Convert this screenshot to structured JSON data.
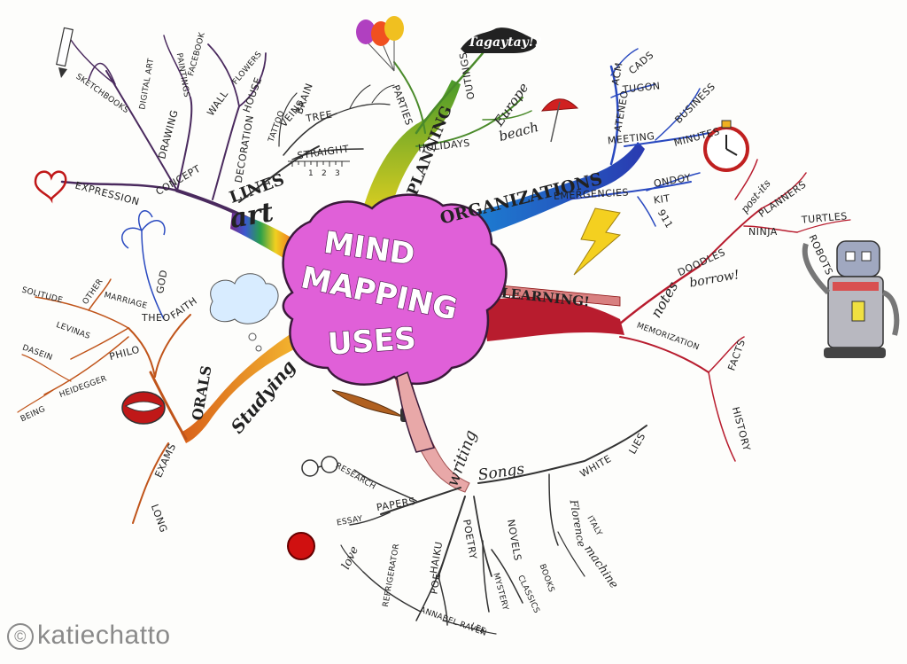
{
  "title": {
    "line1": "MIND",
    "line2": "MAPPING",
    "line3": "USES"
  },
  "branches": {
    "art": {
      "label": "art",
      "lines": "LINES",
      "straight": "STRAIGHT",
      "tree": "TREE",
      "veins": "VEINS",
      "brain": "BRAIN",
      "tattoo": "TATTOO",
      "wall": "WALL",
      "house": "HOUSE",
      "decoration": "DECORATION",
      "concept": "CONCEPT",
      "expression": "EXPRESSION",
      "drawing": "DRAWING",
      "sketchbooks": "SKETCHBOOKS",
      "digital_art": "DIGITAL ART",
      "facebook": "FACEBOOK",
      "paintings": "PAINTINGS",
      "flowers": "FLOWERS",
      "ruler_ticks": [
        "1",
        "2",
        "3"
      ]
    },
    "planning": {
      "label": "PLANNING",
      "parties": "PARTIES",
      "outings": "OUTINGS",
      "tagaytay": "Tagaytay!?",
      "holidays": "HOLIDAYS",
      "europe": "Europe",
      "beach": "beach"
    },
    "organizations": {
      "label": "ORGANIZATIONS",
      "ateneo": "ATENEO",
      "acm": "ACM",
      "cads": "CADS",
      "tugon": "TUGON",
      "meeting": "MEETING",
      "minutes": "MINUTES",
      "business": "BUSINESS",
      "emergencies": "EMERGENCIES",
      "ondoy": "ONDOY",
      "kit": "KIT",
      "n911": "911"
    },
    "learning": {
      "label": "LEARNING!",
      "notes": "notes",
      "doodles": "DOODLES",
      "post_its": "post-its",
      "planners": "PLANNERS",
      "ninja": "NINJA",
      "turtles": "TURTLES",
      "robots": "ROBOTS",
      "borrow": "borrow!",
      "memorization": "MEMORIZATION",
      "facts": "FACTS",
      "history": "HISTORY"
    },
    "studying": {
      "label": "Studying",
      "orals": "ORALS",
      "theo": "THEO",
      "god": "GOD",
      "faith": "FAITH",
      "marriage": "MARRIAGE",
      "philo": "PHILO",
      "other": "OTHER",
      "solitude": "SOLITUDE",
      "levinas": "LEVINAS",
      "heidegger": "HEIDEGGER",
      "dasein": "DASEIN",
      "being": "BEING",
      "exams": "EXAMS",
      "long": "LONG"
    },
    "writing": {
      "label": "writing",
      "research": "RESEARCH",
      "papers": "PAPERS",
      "essay": "ESSAY",
      "poetry": "POETRY",
      "haiku": "HAIKU",
      "poe": "POE",
      "annabel_raven": "ANNABEL RAVEN",
      "lee": "LEE",
      "refrigerator": "REFRIGERATOR",
      "love": "love",
      "novels": "NOVELS",
      "mystery": "MYSTERY",
      "classics": "CLASSICS",
      "books": "BOOKS",
      "songs": "Songs",
      "white": "WHITE",
      "lies": "LIES",
      "florence": "Florence",
      "italy": "ITALY",
      "machine": "machine"
    }
  },
  "watermark": {
    "symbol": "©",
    "text": "katiechatto"
  },
  "colors": {
    "brain": "#e15fd8",
    "art": "#5a2a6e",
    "planning": "#5a9a2a",
    "organizations": "#2a5fd0",
    "learning": "#b81c2e",
    "studying": "#f0a020",
    "orals": "#c0541a",
    "writing": "#e8a0a0"
  }
}
